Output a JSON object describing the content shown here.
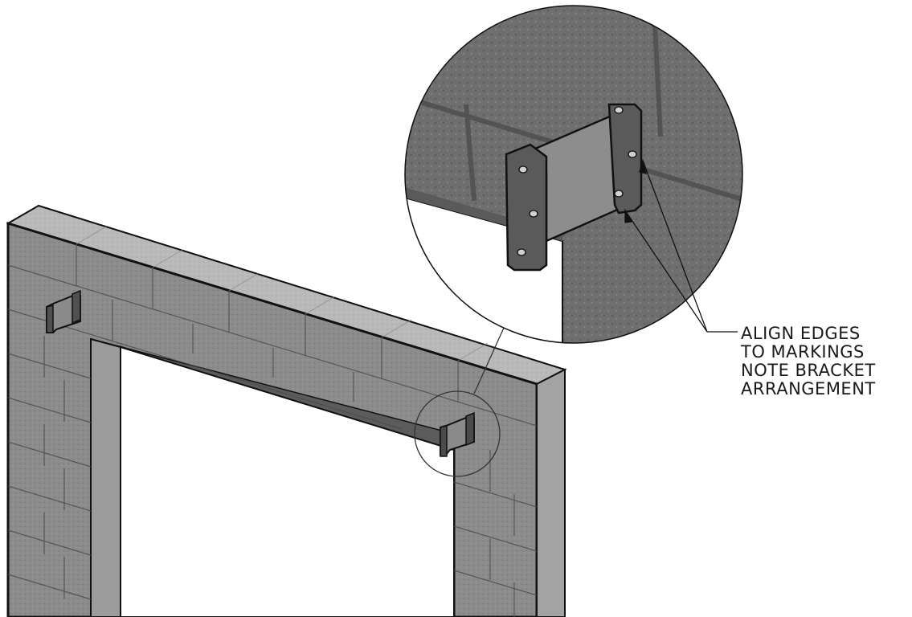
{
  "callout": {
    "lines": [
      "ALIGN EDGES",
      "TO MARKINGS",
      "NOTE BRACKET",
      "ARRANGEMENT"
    ]
  },
  "colors": {
    "wall_face": "#8a8a8a",
    "wall_top": "#b5b5b5",
    "wall_dark": "#5e5e5e",
    "mortar": "#4a4a4a",
    "bracket": "#707070",
    "bracket_dark": "#3c3c3c",
    "outline": "#111111",
    "background": "#ffffff"
  }
}
